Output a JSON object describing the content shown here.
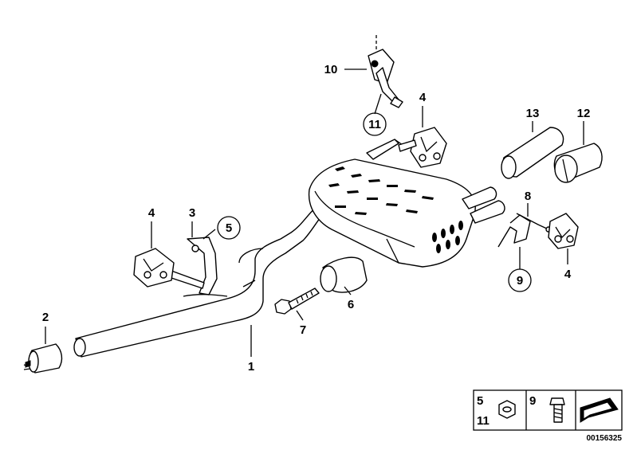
{
  "callouts": {
    "c1": "1",
    "c2": "2",
    "c3": "3",
    "c4a": "4",
    "c4b": "4",
    "c4c": "4",
    "c5": "5",
    "c6": "6",
    "c7": "7",
    "c8": "8",
    "c9": "9",
    "c10": "10",
    "c11": "11",
    "c12": "12",
    "c13": "13"
  },
  "legend": {
    "top_left": "5",
    "bottom_left": "11",
    "middle": "9",
    "part_id": "00156325"
  },
  "icons": [
    "nut-icon",
    "bolt-icon",
    "arrow-pointer-icon"
  ]
}
